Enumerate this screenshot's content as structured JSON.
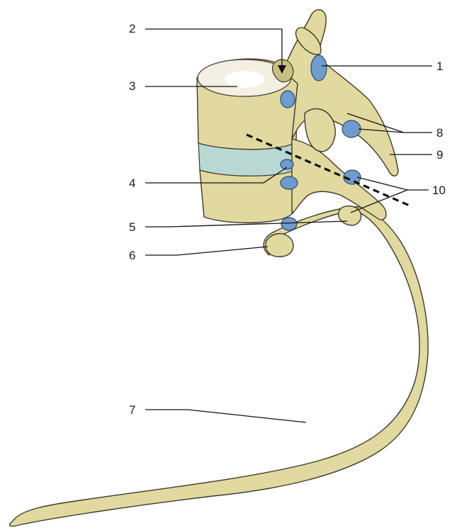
{
  "labels": [
    {
      "id": "1",
      "text": "1"
    },
    {
      "id": "2",
      "text": "2"
    },
    {
      "id": "3",
      "text": "3"
    },
    {
      "id": "4",
      "text": "4"
    },
    {
      "id": "5",
      "text": "5"
    },
    {
      "id": "6",
      "text": "6"
    },
    {
      "id": "7",
      "text": "7"
    },
    {
      "id": "8",
      "text": "8"
    },
    {
      "id": "9",
      "text": "9"
    },
    {
      "id": "10",
      "text": "10"
    }
  ],
  "colors": {
    "bone": "#e2d9a0",
    "facet": "#6f9ccc",
    "disc": "#b9d8d4",
    "leader": "#111111"
  }
}
